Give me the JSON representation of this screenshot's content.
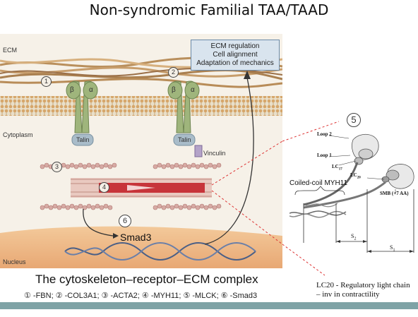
{
  "title": "Non-syndromic Familial TAA/TAAD",
  "caption": "The cytoskeleton–receptor–ECM complex",
  "legend": "① -FBN; ② -COL3A1; ③ -ACTA2; ④ -MYH11; ⑤ -MLCK; ⑥ -Smad3",
  "labels": {
    "ecm": "ECM",
    "cytoplasm": "Cytoplasm",
    "nucleus": "Nucleus",
    "talin_left": "Talin",
    "talin_right": "Talin",
    "vinculin": "Vinculin",
    "smad3": "Smad3",
    "beta_left": "β",
    "alpha_left": "α",
    "beta_right": "β",
    "alpha_right": "α"
  },
  "ecm_box": {
    "line1": "ECM regulation",
    "line2": "Cell alignment",
    "line3": "Adaptation of mechanics"
  },
  "numbers": {
    "n1": "1",
    "n2": "2",
    "n3": "3",
    "n4": "4",
    "n5": "5",
    "n6": "6"
  },
  "myosin": {
    "loop2": "Loop 2",
    "loop1": "Loop 1",
    "lc17": "LC",
    "lc17_sub": "17",
    "lc20": "LC",
    "lc20_sub": "20",
    "coiled_coil": "Coiled-coil MYH11",
    "smb": "SMB (+7 AA)",
    "s2": "S",
    "s2_sub": "2",
    "s1": "S",
    "s1_sub": "1",
    "note_line1": "LC20 -  Regulatory light chain",
    "note_line2": "– inv in contractility"
  }
}
